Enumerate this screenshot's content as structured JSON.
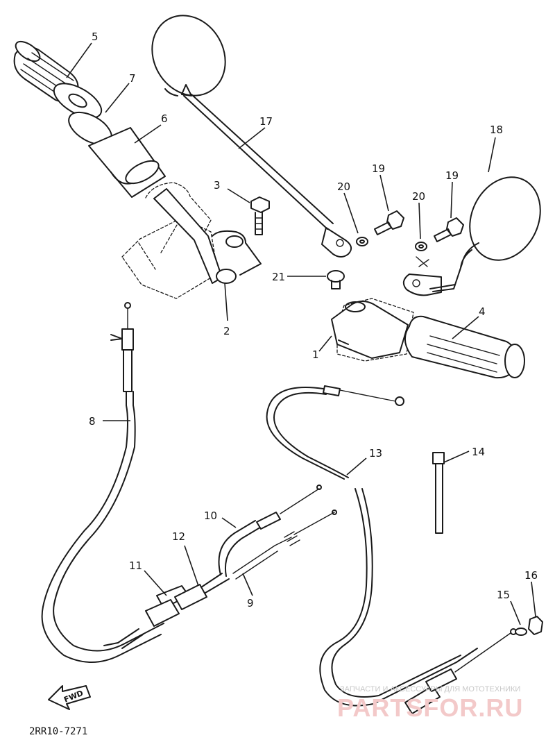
{
  "diagram": {
    "code": "2RR10-7271",
    "fwd_label": "FWD",
    "watermark_top": "ЗАПЧАСТИ И АКСЕССУАРЫ ДЛЯ МОТОТЕХНИКИ",
    "watermark_brand": "PARTSFOR.RU",
    "callouts": {
      "c1": "1",
      "c2": "2",
      "c3": "3",
      "c4": "4",
      "c5": "5",
      "c6": "6",
      "c7": "7",
      "c8": "8",
      "c9": "9",
      "c10": "10",
      "c11": "11",
      "c12": "12",
      "c13": "13",
      "c14": "14",
      "c15": "15",
      "c16": "16",
      "c17": "17",
      "c18": "18",
      "c19a": "19",
      "c19b": "19",
      "c20a": "20",
      "c20b": "20",
      "c21": "21"
    }
  }
}
